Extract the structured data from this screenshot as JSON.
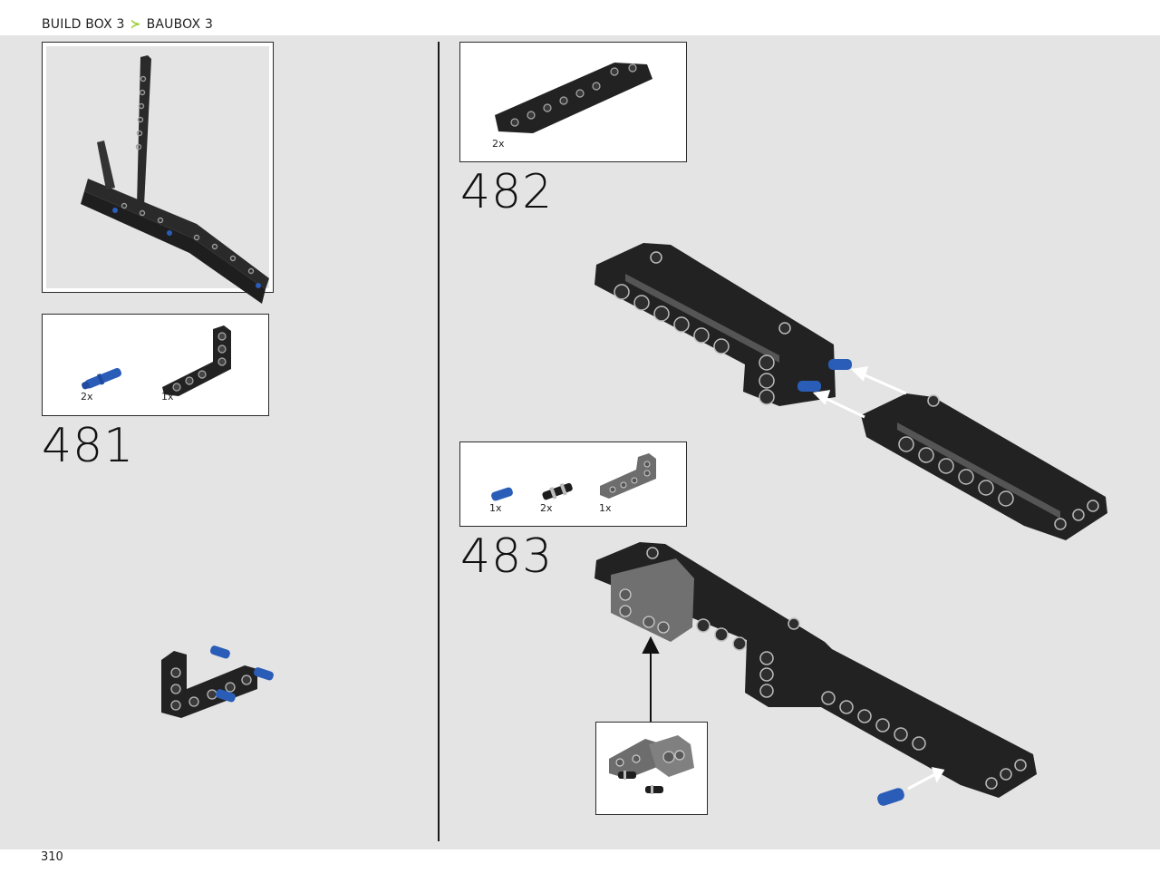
{
  "header": {
    "crumb_en": "BUILD BOX 3",
    "crumb_sep": "≻",
    "crumb_de": "BAUBOX 3"
  },
  "steps": {
    "s481": {
      "number": "481",
      "parts": [
        {
          "qty": "2x"
        },
        {
          "qty": "1x"
        }
      ]
    },
    "s482": {
      "number": "482",
      "parts": [
        {
          "qty": "2x"
        }
      ]
    },
    "s483": {
      "number": "483",
      "parts": [
        {
          "qty": "1x"
        },
        {
          "qty": "2x"
        },
        {
          "qty": "1x"
        }
      ]
    }
  },
  "footer": {
    "page": "310"
  },
  "colors": {
    "brick_black": "#222222",
    "pin_blue": "#2a5db8",
    "brick_grey": "#6d6d6d",
    "crumb_accent": "#9acd32",
    "page_bg": "#e4e4e4"
  }
}
